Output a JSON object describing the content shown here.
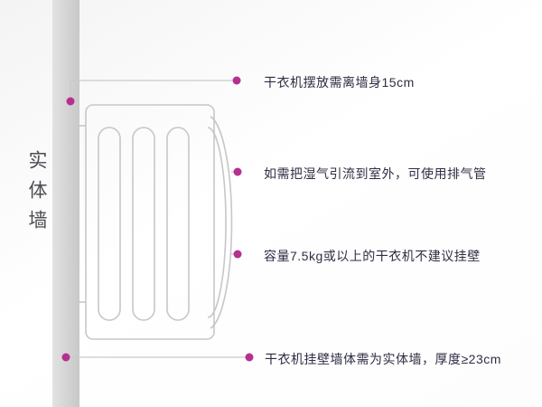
{
  "wall": {
    "label": "实体墙"
  },
  "callouts": [
    {
      "text": "干衣机摆放需离墙身15cm"
    },
    {
      "text": "如需把湿气引流到室外，可使用排气管"
    },
    {
      "text": "容量7.5kg或以上的干衣机不建议挂壁"
    },
    {
      "text": "干衣机挂壁墙体需为实体墙，厚度≥23cm"
    }
  ],
  "colors": {
    "accent_dot": "#b5308f",
    "callout_line": "#c9c9c9",
    "wall_gray": "#d2d2d2",
    "drawing_stroke": "#c7c7cb",
    "text": "#2e2e44"
  }
}
